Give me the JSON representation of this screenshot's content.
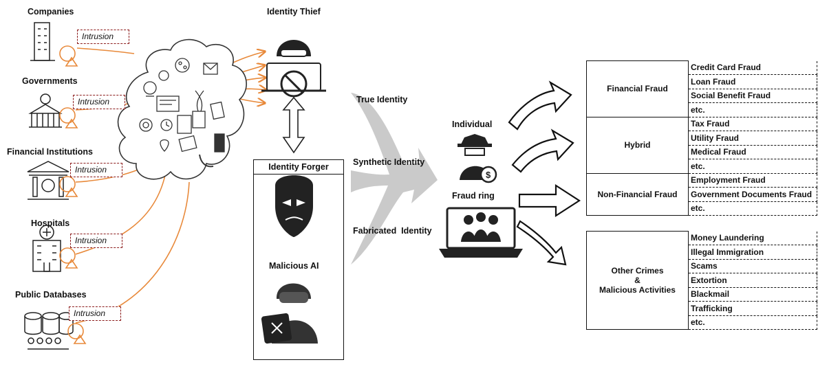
{
  "sources": [
    {
      "label": "Companies",
      "badge": "Intrusion"
    },
    {
      "label": "Governments",
      "badge": "Intrusion"
    },
    {
      "label": "Financial Institutions",
      "badge": "Intrusion"
    },
    {
      "label": "Hospitals",
      "badge": "Intrusion"
    },
    {
      "label": "Public Databases",
      "badge": "Intrusion"
    }
  ],
  "thief": {
    "label": "Identity Thief"
  },
  "forger": {
    "title": "Identity Forger",
    "ai_label": "Malicious AI"
  },
  "identities": {
    "true": "True Identity",
    "synthetic": "Synthetic Identity",
    "fabricated": "Fabricated  Identity"
  },
  "actors": {
    "individual": "Individual",
    "ring": "Fraud ring"
  },
  "categories": [
    {
      "name": "Financial Fraud",
      "items": [
        "Credit Card Fraud",
        "Loan Fraud",
        "Social Benefit Fraud",
        "etc."
      ]
    },
    {
      "name": "Hybrid",
      "items": [
        "Tax Fraud",
        "Utility Fraud",
        "Medical Fraud",
        "etc."
      ]
    },
    {
      "name": "Non-Financial Fraud",
      "items": [
        "Employment Fraud",
        "Government Documents Fraud",
        "etc."
      ]
    }
  ],
  "other": {
    "line1": "Other Crimes",
    "line2": "&",
    "line3": "Malicious Activities",
    "items": [
      "Money Laundering",
      "Illegal Immigration",
      "Scams",
      "Extortion",
      "Blackmail",
      "Trafficking",
      "etc."
    ]
  },
  "colors": {
    "orange": "#e8893a",
    "intrusion": "#8b1a1a",
    "gray": "#c7c7c7",
    "ink": "#111111"
  }
}
